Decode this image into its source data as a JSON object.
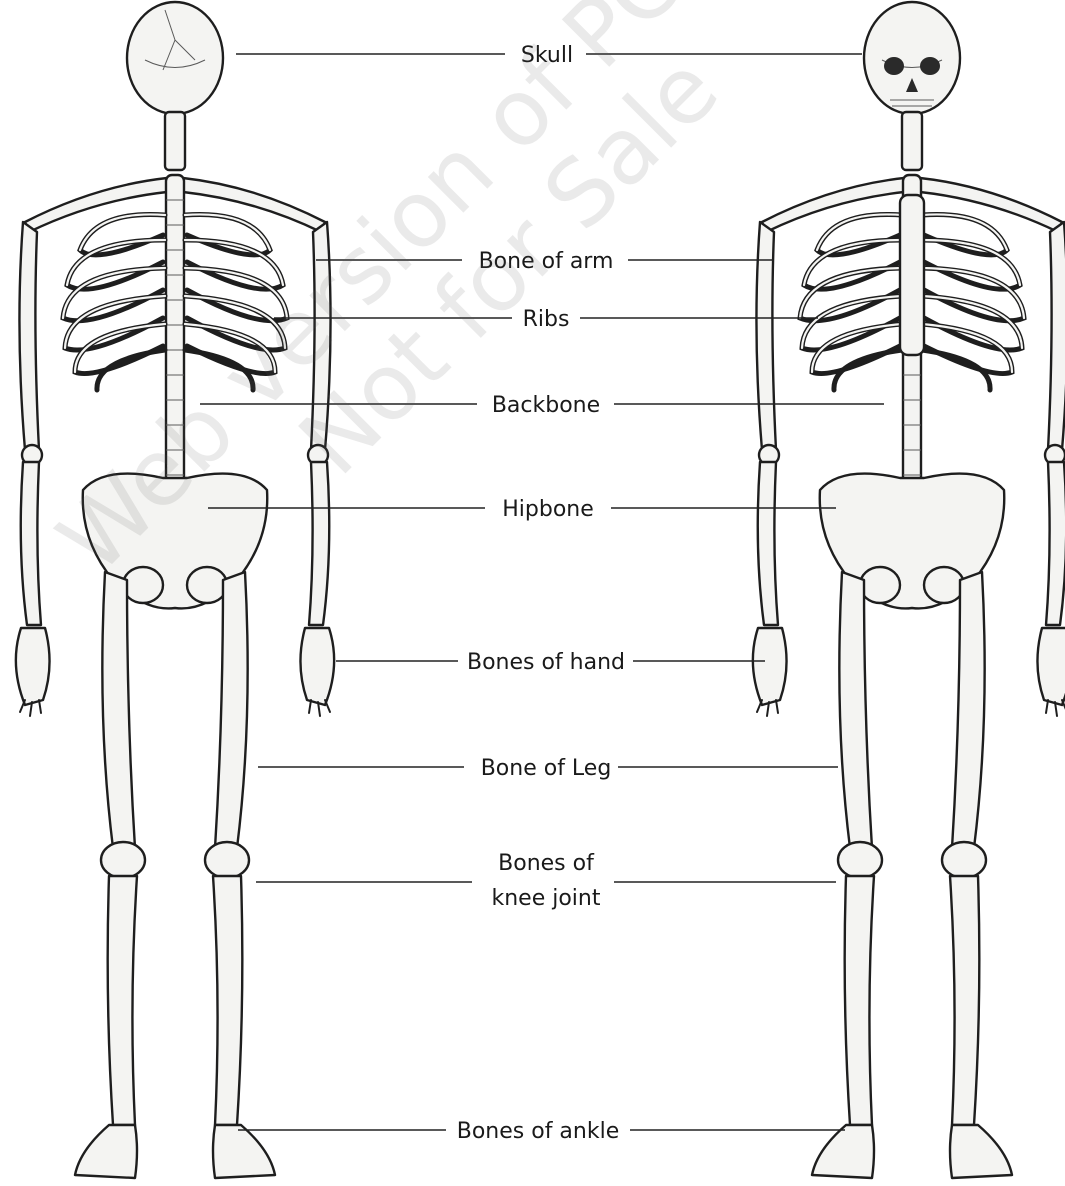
{
  "labels": {
    "skull": "Skull",
    "bone_of_arm": "Bone of arm",
    "ribs": "Ribs",
    "backbone": "Backbone",
    "hipbone": "Hipbone",
    "bones_of_hand": "Bones of hand",
    "bone_of_leg": "Bone of Leg",
    "bones_of_knee_joint_line1": "Bones of",
    "bones_of_knee_joint_line2": "knee joint",
    "bones_of_ankle": "Bones of ankle"
  },
  "watermark": {
    "line1": "Web version of PCTB Textbook",
    "line2": "Not for Sale"
  },
  "figures": {
    "left": "skeleton-back-view",
    "right": "skeleton-front-view"
  }
}
